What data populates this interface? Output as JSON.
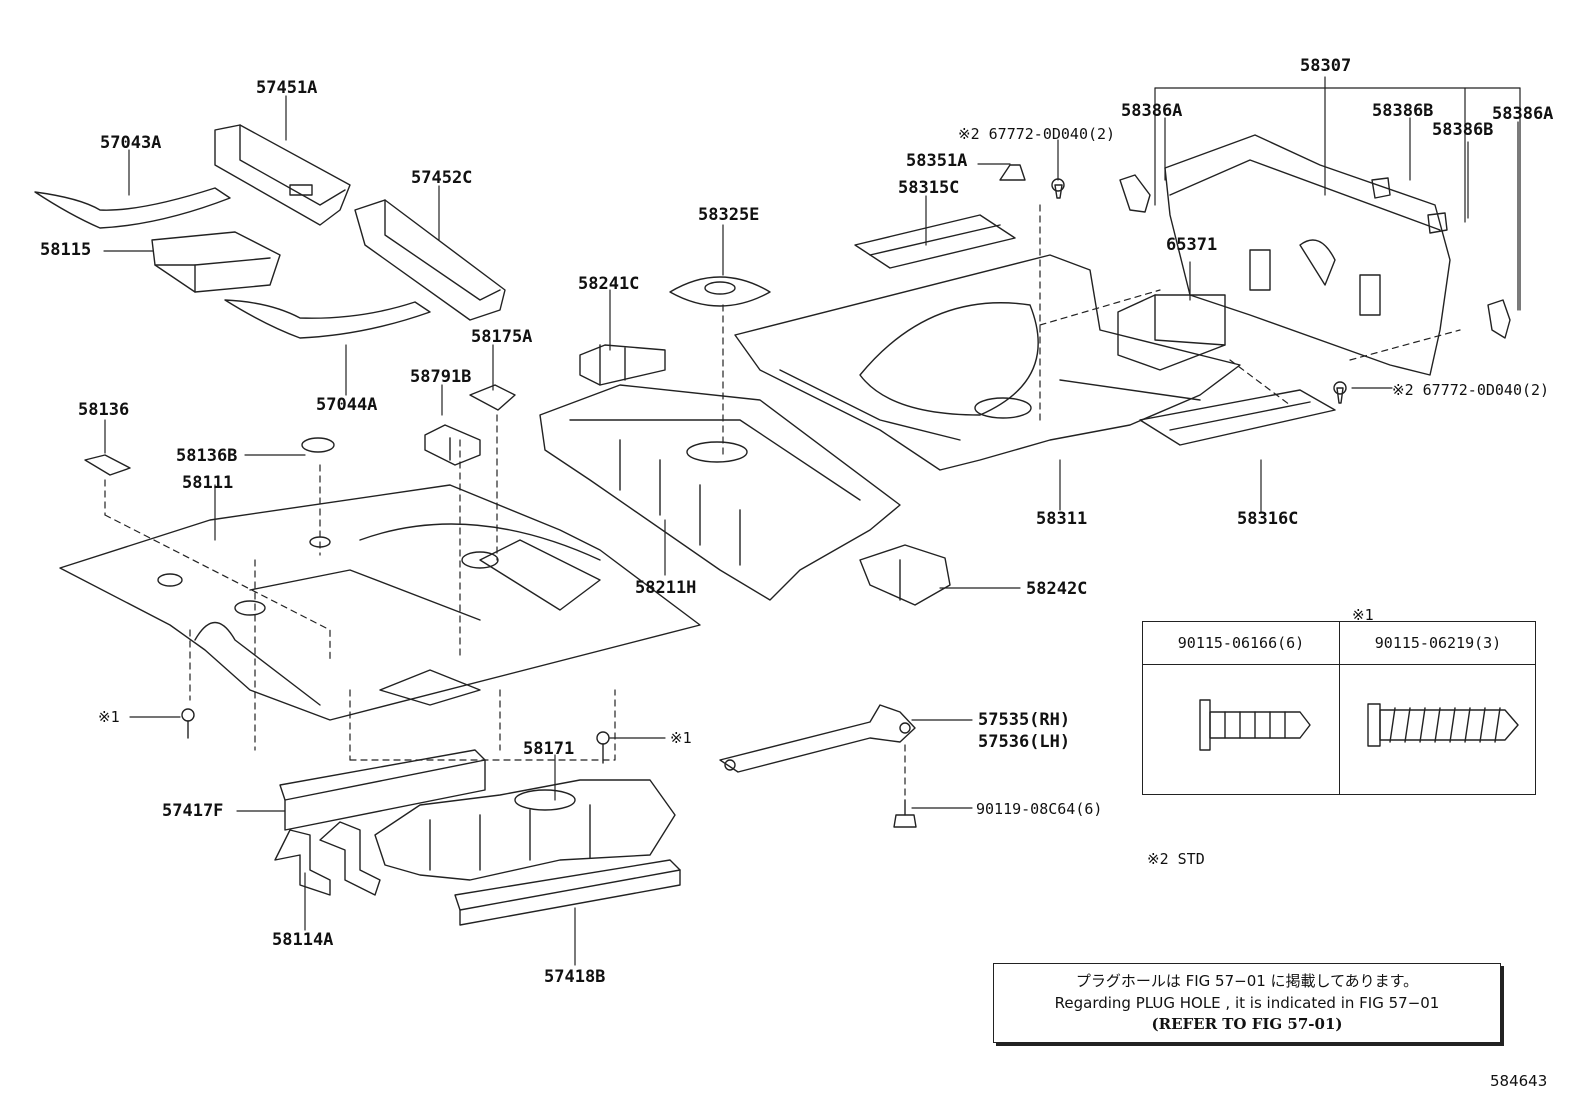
{
  "labels": {
    "p58307": "58307",
    "p58386A_l": "58386A",
    "p58386B_1": "58386B",
    "p58386B_2": "58386B",
    "p58386A_r": "58386A",
    "p57451A": "57451A",
    "p57043A": "57043A",
    "p57452C": "57452C",
    "p58115": "58115",
    "p57044A": "57044A",
    "p58136": "58136",
    "p58136B": "58136B",
    "p58111": "58111",
    "p58175A": "58175A",
    "p58791B": "58791B",
    "p58241C": "58241C",
    "p58325E": "58325E",
    "p58211H": "58211H",
    "p58242C": "58242C",
    "p58351A": "58351A",
    "p58315C": "58315C",
    "p67772_top": "※2 67772-0D040(2)",
    "p65371": "65371",
    "p67772_right": "※2 67772-0D040(2)",
    "p58311": "58311",
    "p58316C": "58316C",
    "p57535": "57535(RH)",
    "p57536": "57536(LH)",
    "p90119": "90119-08C64(6)",
    "p58171": "58171",
    "p57417F": "57417F",
    "p58114A": "58114A",
    "p57418B": "57418B",
    "mark1_left": "※1",
    "mark1_mid": "※1",
    "mark1_table": "※1",
    "std_note": "※2 STD"
  },
  "table": {
    "col1": "90115-06166(6)",
    "col2": "90115-06219(3)"
  },
  "note": {
    "line1": "プラグホールは FIG 57−01 に掲載してあります。",
    "line2": "Regarding PLUG HOLE , it is indicated in FIG 57−01",
    "line3": "(REFER TO FIG 57-01)"
  },
  "figure_id": "584643"
}
